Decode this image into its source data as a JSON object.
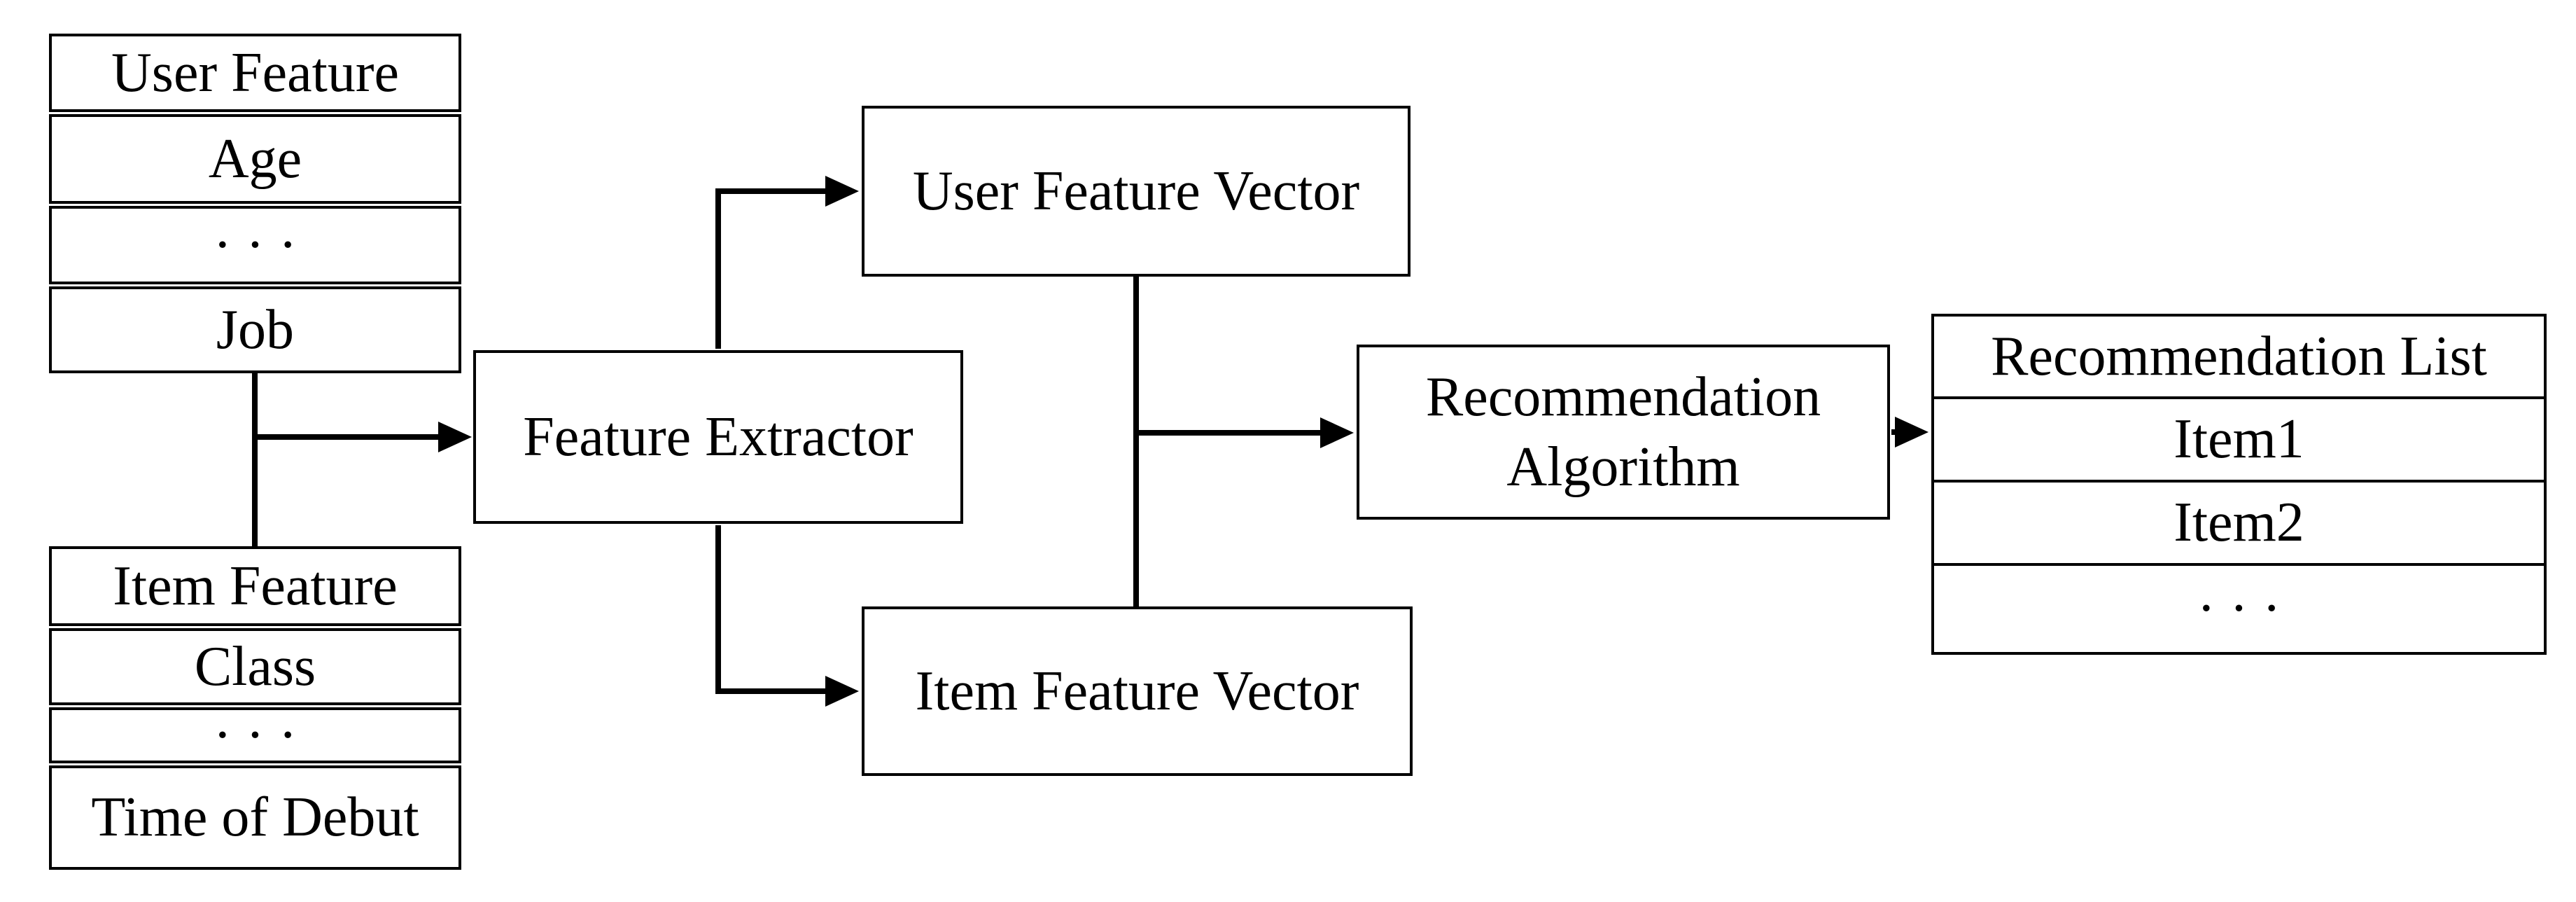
{
  "colors": {
    "background": "#ffffff",
    "stroke": "#000000",
    "text": "#000000"
  },
  "tables": {
    "user_feature": {
      "header": "User Feature",
      "rows": [
        "Age",
        "· · ·",
        "Job"
      ]
    },
    "item_feature": {
      "header": "Item Feature",
      "rows": [
        "Class",
        "· · ·",
        "Time of Debut"
      ]
    },
    "recommendation_list": {
      "header": "Recommendation List",
      "rows": [
        "Item1",
        "Item2",
        "· · ·"
      ]
    }
  },
  "boxes": {
    "feature_extractor": {
      "label": "Feature Extractor"
    },
    "user_feature_vector": {
      "label": "User Feature Vector"
    },
    "item_feature_vector": {
      "label": "Item Feature Vector"
    },
    "recommendation_algorithm": {
      "label": "Recommendation Algorithm"
    }
  }
}
